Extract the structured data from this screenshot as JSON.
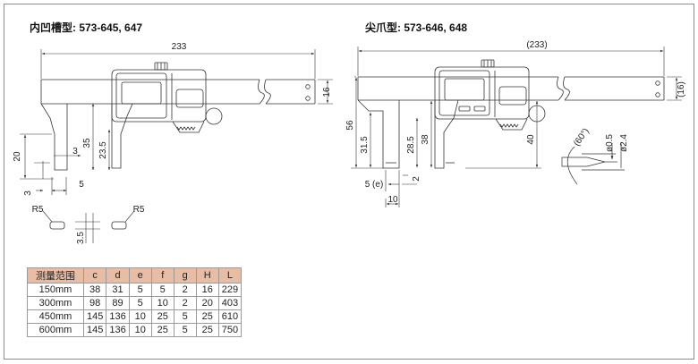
{
  "titles": {
    "left": "内凹槽型: 573-645, 647",
    "right": "尖爪型: 573-646, 648"
  },
  "left_dims": {
    "overall": "233",
    "h": "16",
    "d35": "35",
    "d23_5": "23.5",
    "d20": "20",
    "d3_top": "3",
    "d3_side": "3",
    "d5": "5",
    "r5_left": "R5",
    "r5_right": "R5",
    "d3_5": "3.5"
  },
  "right_dims": {
    "overall": "(233)",
    "h": "(16)",
    "d56": "56",
    "d31_5": "31.5",
    "d28_5": "28.5",
    "d38": "38",
    "d40": "40",
    "d5e": "5 (e)",
    "d2": "2",
    "d10": "10",
    "angle": "(60°)",
    "d0_5": "ø0.5",
    "d2_4": "ø2.4"
  },
  "table": {
    "headers": [
      "测量范围",
      "c",
      "d",
      "e",
      "f",
      "g",
      "H",
      "L"
    ],
    "rows": [
      [
        "150mm",
        "38",
        "31",
        "5",
        "5",
        "2",
        "16",
        "229"
      ],
      [
        "300mm",
        "98",
        "89",
        "5",
        "10",
        "2",
        "20",
        "403"
      ],
      [
        "450mm",
        "145",
        "136",
        "10",
        "25",
        "5",
        "25",
        "610"
      ],
      [
        "600mm",
        "145",
        "136",
        "10",
        "25",
        "5",
        "25",
        "750"
      ]
    ]
  },
  "colors": {
    "table_header_bg": "#e8bda5",
    "line": "#333333"
  }
}
